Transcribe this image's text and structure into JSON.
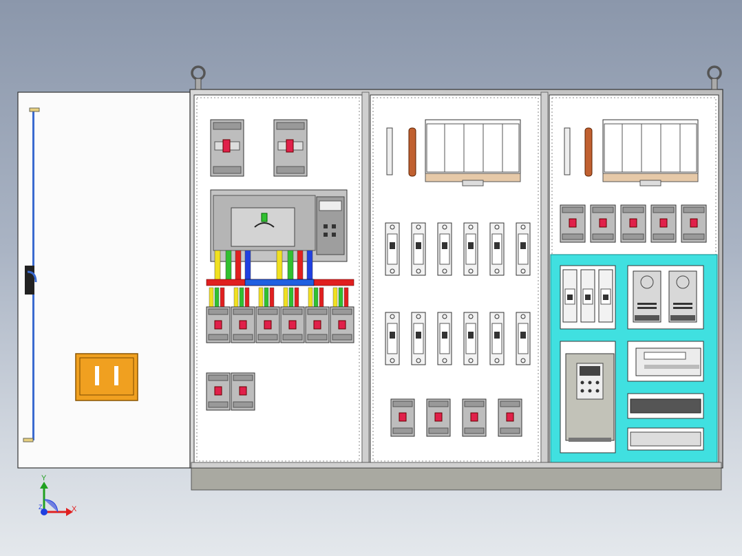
{
  "scene": {
    "kind": "electrical-control-cabinet-cad-view",
    "colors": {
      "background_top": "#8b97ab",
      "background_bottom": "#e4e8ec",
      "cabinet_frame": "#c9c9c9",
      "panel": "#ffffff",
      "base_plinth": "#a9a9a1",
      "breaker_body": "#bdbdbd",
      "breaker_handle": "#e0204a",
      "busbar_red": "#e02020",
      "busbar_blue": "#2060e0",
      "wire_yellow": "#f0e020",
      "wire_green": "#30c030",
      "wire_blue": "#2040e0",
      "wire_red": "#e02020",
      "copper": "#c06030",
      "duct_cyan": "#40e0e0",
      "handle_orange": "#f0a020",
      "door_rod": "#3a6ad0"
    }
  },
  "axes_triad": {
    "x_label": "X",
    "y_label": "Y",
    "z_label": "Z"
  }
}
